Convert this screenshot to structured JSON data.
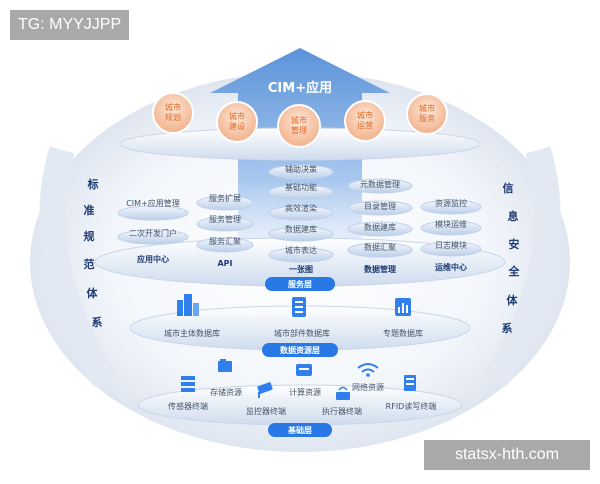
{
  "watermarks": {
    "top_left": "TG: MYYJJPP",
    "bottom_right": "statsx-hth.com"
  },
  "top": {
    "arrow_label": "CIM+应用",
    "circles": [
      {
        "line1": "城市",
        "line2": "规划"
      },
      {
        "line1": "城市",
        "line2": "建设"
      },
      {
        "line1": "城市",
        "line2": "管理"
      },
      {
        "line1": "城市",
        "line2": "运营"
      },
      {
        "line1": "城市",
        "line2": "服务"
      }
    ]
  },
  "side_left": [
    "标",
    "准",
    "规",
    "范",
    "体",
    "系"
  ],
  "side_right": [
    "信",
    "息",
    "安",
    "全",
    "体",
    "系"
  ],
  "service_layer": {
    "label": "服务层",
    "app_center": {
      "title": "应用中心",
      "items": [
        "CIM+应用管理",
        "二次开发门户"
      ]
    },
    "api": {
      "title": "API",
      "items": [
        "服务扩展",
        "服务管理",
        "服务汇聚"
      ]
    },
    "one_map": {
      "title": "一张图",
      "items": [
        "辅助决策",
        "基础功能",
        "高效渲染",
        "数据建库",
        "城市表达"
      ]
    },
    "data_mgmt": {
      "title": "数据管理",
      "items": [
        "元数据管理",
        "目录管理",
        "数据建库",
        "数据汇聚"
      ]
    },
    "ops_center": {
      "title": "运维中心",
      "items": [
        "资源监控",
        "模块运维",
        "日志模块"
      ]
    }
  },
  "data_layer": {
    "label": "数据资源层",
    "items": [
      "城市主体数据库",
      "城市部件数据库",
      "专题数据库"
    ]
  },
  "base_layer": {
    "label": "基础层",
    "upper": [
      "存储资源",
      "计算资源",
      "网络资源"
    ],
    "lower": [
      "传感器终端",
      "监控器终端",
      "执行器终端",
      "RFID读写终端"
    ]
  },
  "colors": {
    "accent": "#1a73e8",
    "label_pill": "#2878e6",
    "dark_text": "#1f3b73",
    "item_text": "#44546a",
    "circle_fill": "#f6c9a8",
    "circle_text": "#e06a2c",
    "arrow": "#6fa2e0"
  }
}
